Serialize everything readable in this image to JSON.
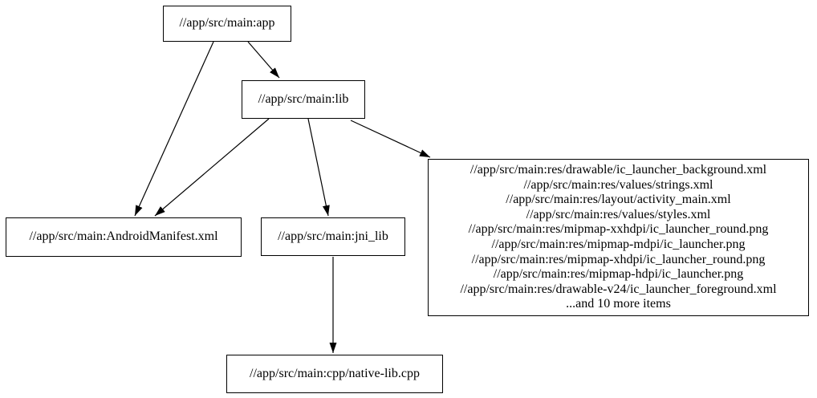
{
  "graph": {
    "background_color": "#ffffff",
    "node_border_color": "#000000",
    "edge_color": "#000000",
    "text_color": "#000000",
    "nodes": {
      "app": {
        "label": "//app/src/main:app"
      },
      "lib": {
        "label": "//app/src/main:lib"
      },
      "android_manifest": {
        "label": "//app/src/main:AndroidManifest.xml"
      },
      "jni_lib": {
        "label": "//app/src/main:jni_lib"
      },
      "native_lib_cpp": {
        "label": "//app/src/main:cpp/native-lib.cpp"
      },
      "resources": {
        "lines": [
          "//app/src/main:res/drawable/ic_launcher_background.xml",
          "//app/src/main:res/values/strings.xml",
          "//app/src/main:res/layout/activity_main.xml",
          "//app/src/main:res/values/styles.xml",
          "//app/src/main:res/mipmap-xxhdpi/ic_launcher_round.png",
          "//app/src/main:res/mipmap-mdpi/ic_launcher.png",
          "//app/src/main:res/mipmap-xhdpi/ic_launcher_round.png",
          "//app/src/main:res/mipmap-hdpi/ic_launcher.png",
          "//app/src/main:res/drawable-v24/ic_launcher_foreground.xml",
          "...and 10 more items"
        ]
      }
    },
    "edges": [
      {
        "from": "app",
        "to": "lib"
      },
      {
        "from": "app",
        "to": "android_manifest"
      },
      {
        "from": "lib",
        "to": "android_manifest"
      },
      {
        "from": "lib",
        "to": "jni_lib"
      },
      {
        "from": "lib",
        "to": "resources"
      },
      {
        "from": "jni_lib",
        "to": "native_lib_cpp"
      }
    ]
  }
}
